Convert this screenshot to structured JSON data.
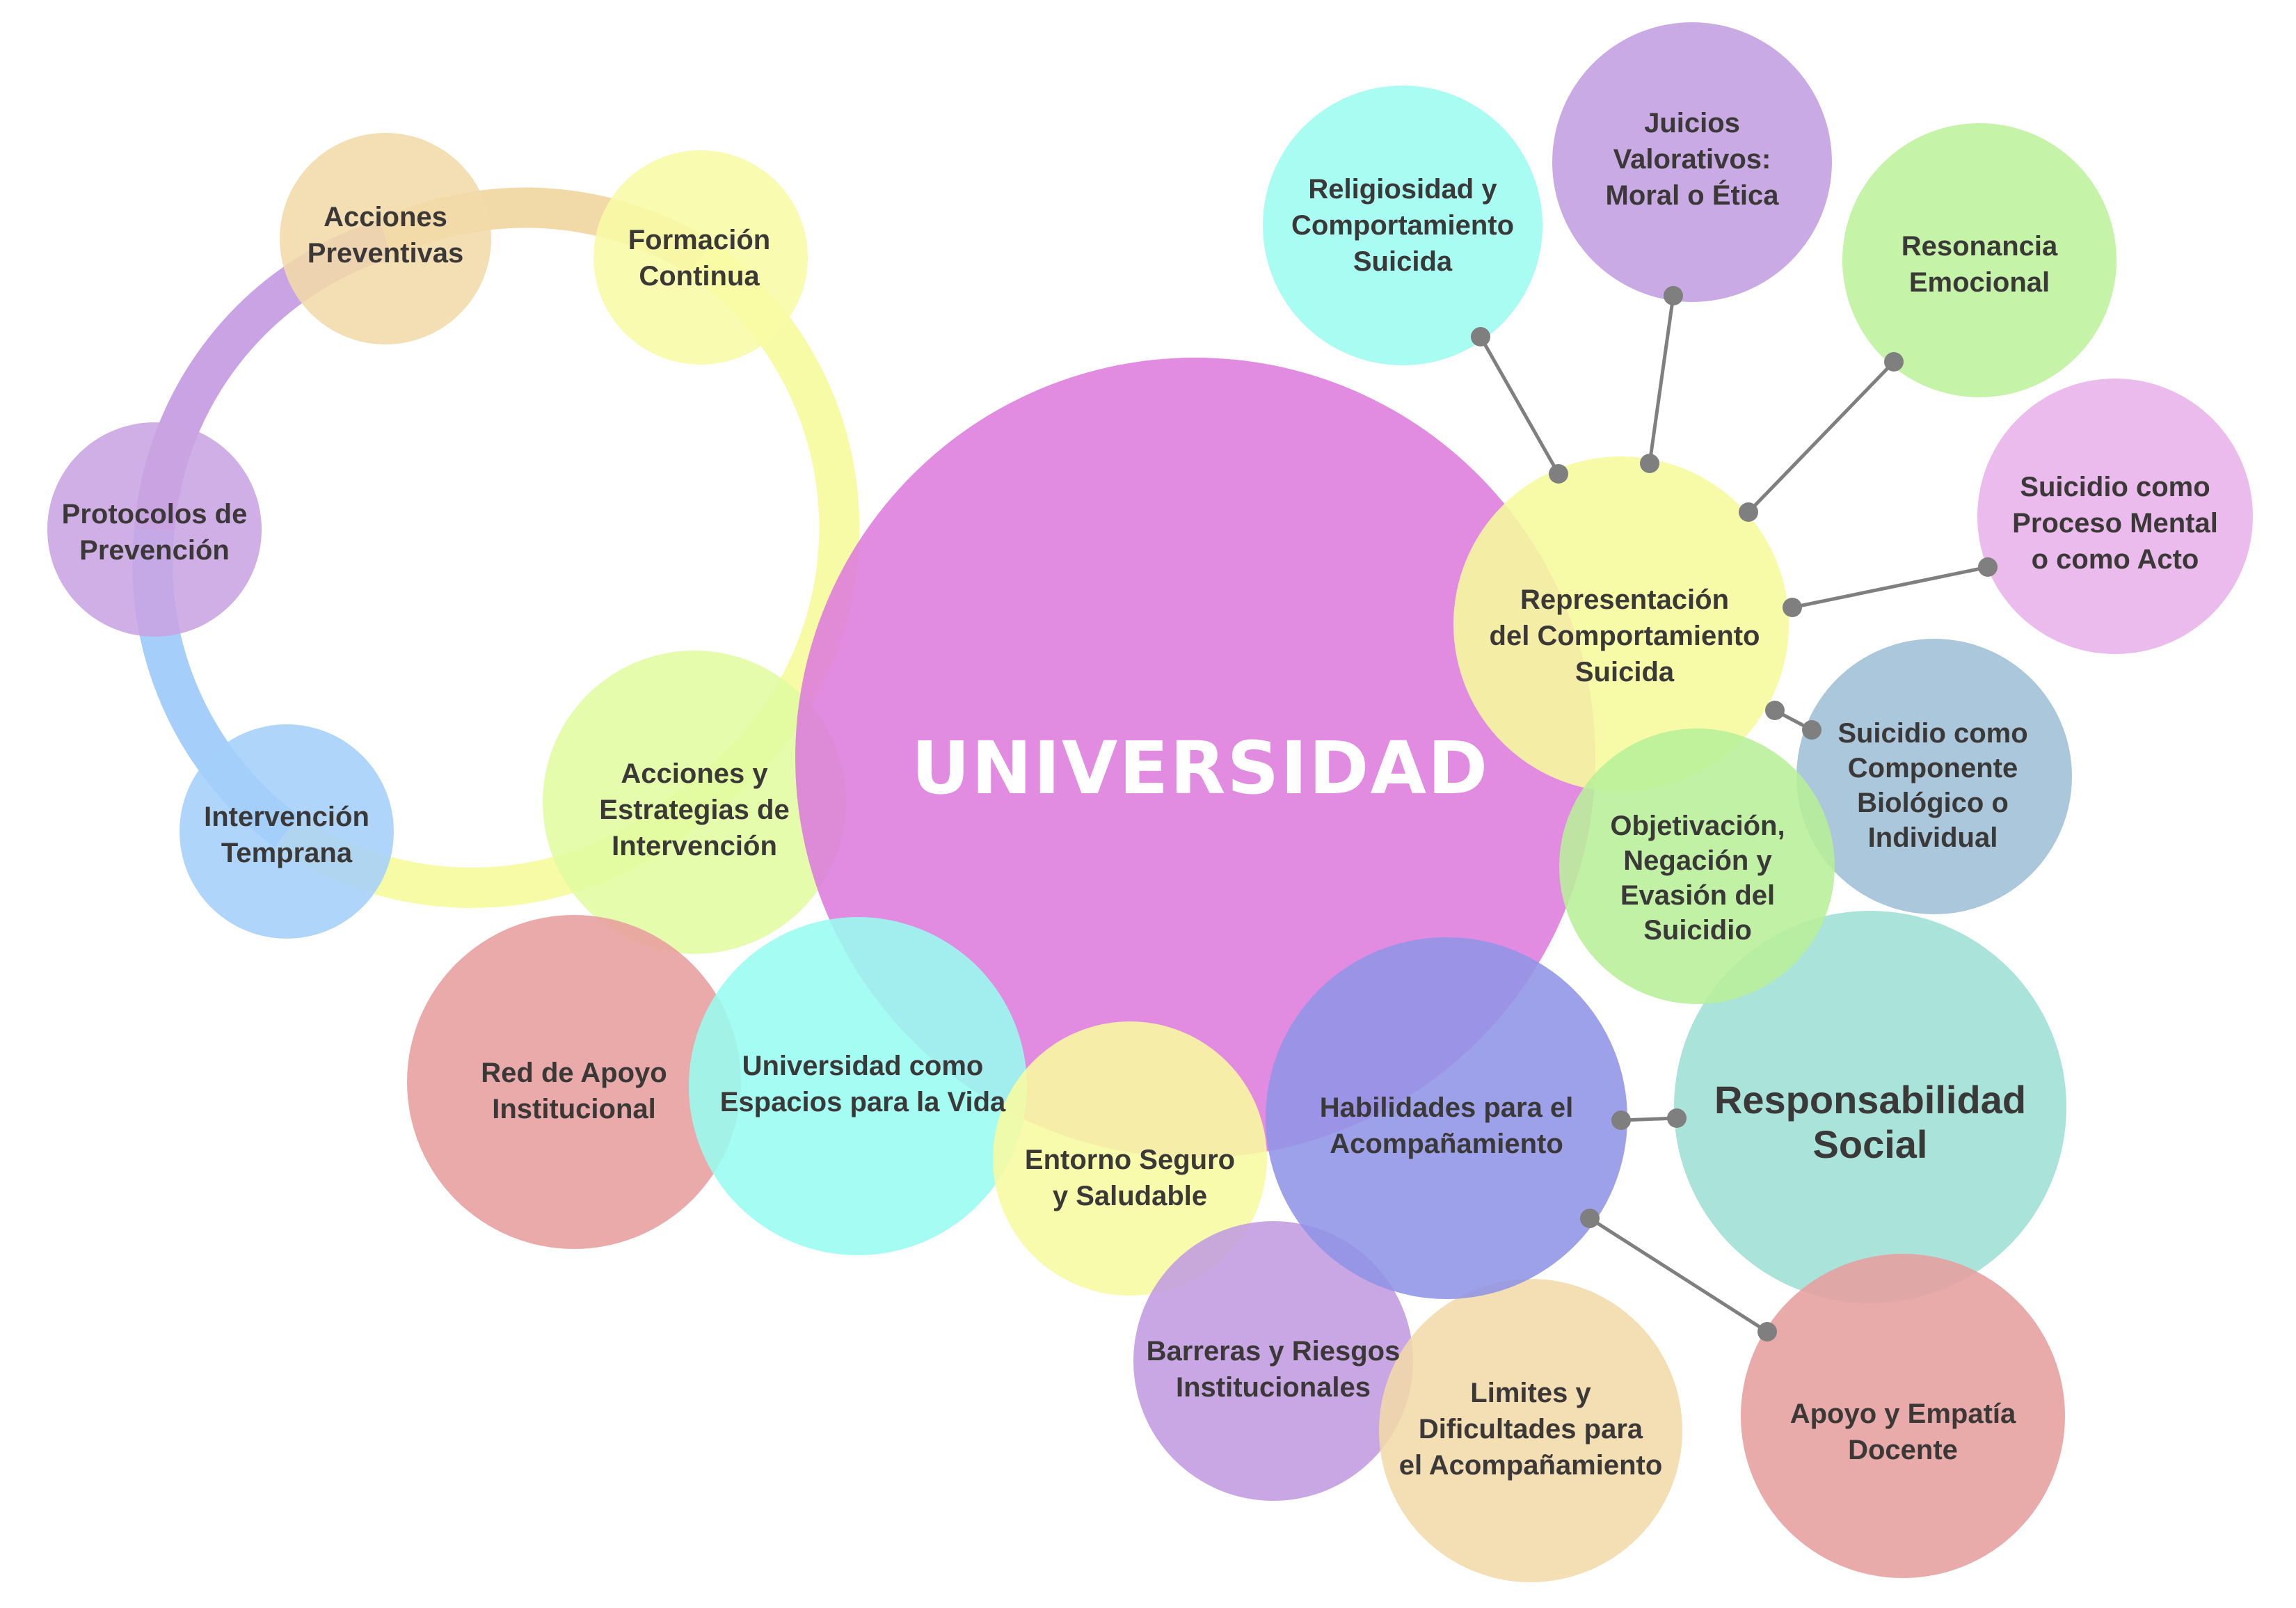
{
  "center": {
    "label": "UNIVERSIDAD",
    "color": "#DD7BDD"
  },
  "nodes": {
    "acciones_preventivas": {
      "lines": [
        "Acciones",
        "Preventivas"
      ],
      "color": "#F2D9A8"
    },
    "formacion_continua": {
      "lines": [
        "Formación",
        "Continua"
      ],
      "color": "#F8FBA5"
    },
    "protocolos": {
      "lines": [
        "Protocolos de",
        "Prevención"
      ],
      "color": "#C9A3E3"
    },
    "intervencion_temprana": {
      "lines": [
        "Intervención",
        "Temprana"
      ],
      "color": "#A5CFFA"
    },
    "acciones_estrategias": {
      "lines": [
        "Acciones y",
        "Estrategias de",
        "Intervención"
      ],
      "color": "#E0FCA0"
    },
    "red_apoyo": {
      "lines": [
        "Red de Apoyo",
        "Institucional"
      ],
      "color": "#E89E9E"
    },
    "universidad_espacios": {
      "lines": [
        "Universidad como",
        "Espacios para la Vida"
      ],
      "color": "#98FCF0"
    },
    "entorno": {
      "lines": [
        "Entorno Seguro",
        "y Saludable"
      ],
      "color": "#F8FBA0"
    },
    "habilidades": {
      "lines": [
        "Habilidades para el",
        "Acompañamiento"
      ],
      "color": "#8F94E6"
    },
    "barreras": {
      "lines": [
        "Barreras y Riesgos",
        "Institucionales"
      ],
      "color": "#C09BE0"
    },
    "limites": {
      "lines": [
        "Limites y",
        "Dificultades para",
        "el Acompañamiento"
      ],
      "color": "#F2D9A8"
    },
    "apoyo_empatia": {
      "lines": [
        "Apoyo y Empatía",
        "Docente"
      ],
      "color": "#E69E9E"
    },
    "responsabilidad": {
      "lines": [
        "Responsabilidad",
        "Social"
      ],
      "color": "#9DDFD4"
    },
    "representacion": {
      "lines": [
        "Representación",
        "del Comportamiento",
        "Suicida"
      ],
      "color": "#F6FB9C"
    },
    "religiosidad": {
      "lines": [
        "Religiosidad y",
        "Comportamiento",
        "Suicida"
      ],
      "color": "#9CFCF0"
    },
    "juicios": {
      "lines": [
        "Juicios",
        "Valorativos:",
        "Moral o Ética"
      ],
      "color": "#C39EE0"
    },
    "resonancia": {
      "lines": [
        "Resonancia",
        "Emocional"
      ],
      "color": "#BDF29C"
    },
    "proceso_mental": {
      "lines": [
        "Suicidio como",
        "Proceso Mental",
        "o como Acto"
      ],
      "color": "#E9B2EB"
    },
    "componente_biologico": {
      "lines": [
        "Suicidio como",
        "Componente",
        "Biológico o",
        "Individual"
      ],
      "color": "#9EBFD6"
    },
    "objetivacion": {
      "lines": [
        "Objetivación,",
        "Negación y",
        "Evasión del",
        "Suicidio"
      ],
      "color": "#B8EF98"
    }
  },
  "connector_color": "#7F7F7F"
}
